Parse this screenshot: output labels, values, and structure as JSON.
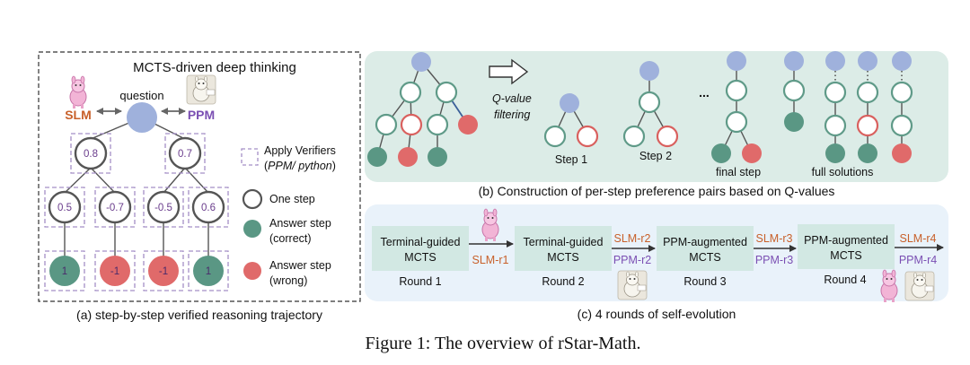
{
  "panel_a": {
    "title": "MCTS-driven deep thinking",
    "question_label": "question",
    "slm_label": "SLM",
    "ppm_label": "PPM",
    "level1_q": [
      "0.8",
      "0.7"
    ],
    "level2_q": [
      "0.5",
      "-0.7",
      "-0.5",
      "0.6"
    ],
    "leaf_values": [
      "1",
      "-1",
      "-1",
      "1"
    ],
    "legend": {
      "apply_verifiers": "Apply Verifiers",
      "verifier_detail_open": "(",
      "verifier_detail": "PPM/ python",
      "verifier_detail_close": ")",
      "one_step": "One step",
      "answer_correct_1": "Answer step",
      "answer_correct_2": "(correct)",
      "answer_wrong_1": "Answer step",
      "answer_wrong_2": "(wrong)"
    },
    "caption": "(a) step-by-step verified reasoning trajectory"
  },
  "panel_b": {
    "filter_label_1": "Q-value",
    "filter_label_2": "filtering",
    "ellipsis": "...",
    "step1": "Step 1",
    "step2": "Step 2",
    "final_step": "final step",
    "full_solutions": "full solutions",
    "caption": "(b) Construction of per-step preference pairs based on Q-values"
  },
  "panel_c": {
    "box1": [
      "Terminal-guided",
      "MCTS"
    ],
    "box2": [
      "Terminal-guided",
      "MCTS"
    ],
    "box3": [
      "PPM-augmented",
      "MCTS"
    ],
    "box4": [
      "PPM-augmented",
      "MCTS"
    ],
    "round1": "Round 1",
    "round2": "Round 2",
    "round3": "Round 3",
    "round4": "Round 4",
    "slm_r1": "SLM-r1",
    "slm_r2": "SLM-r2",
    "ppm_r2": "PPM-r2",
    "slm_r3": "SLM-r3",
    "ppm_r3": "PPM-r3",
    "slm_r4": "SLM-r4",
    "ppm_r4": "PPM-r4",
    "caption": "(c) 4 rounds of self-evolution"
  },
  "figure_caption": "Figure 1: The overview of rStar-Math.",
  "colors": {
    "root_blue": "#9fb1dc",
    "node_stroke_green": "#5f9a88",
    "correct_green": "#5a9784",
    "wrong_red": "#e06a6a",
    "wrong_stroke": "#d9605e",
    "dashed_purple": "#a58fc7",
    "q_text_purple": "#6a3d8c",
    "slm_orange": "#c8602a",
    "ppm_purple": "#7b4fb3",
    "panel_b_bg": "#dcece7",
    "panel_c_bg": "#e9f2fa",
    "box_bg": "#d2e8e3",
    "dark_stroke": "#555555"
  },
  "icons": [
    "llama-icon",
    "alpaca-icon",
    "hollow-right-arrow-icon"
  ]
}
